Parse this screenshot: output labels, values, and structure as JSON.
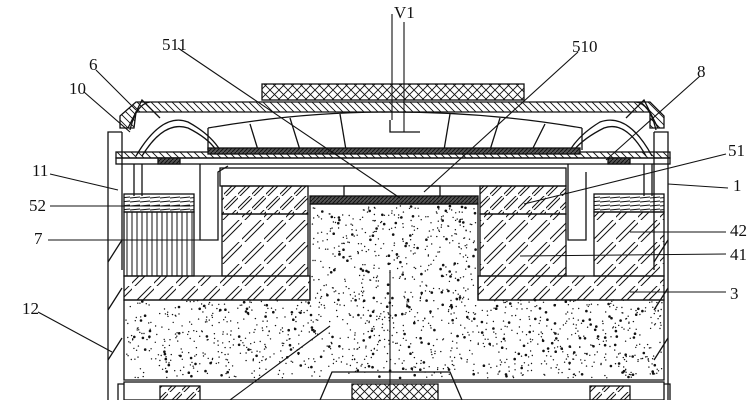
{
  "figure": {
    "labels": {
      "v1": "V1",
      "l511": "511",
      "l510": "510",
      "l6": "6",
      "l8": "8",
      "l10": "10",
      "l11": "11",
      "l51": "51",
      "l1": "1",
      "l52": "52",
      "l42": "42",
      "l7": "7",
      "l41": "41",
      "l3": "3",
      "l12": "12"
    },
    "colors": {
      "line": "#111111",
      "background": "#ffffff"
    }
  }
}
